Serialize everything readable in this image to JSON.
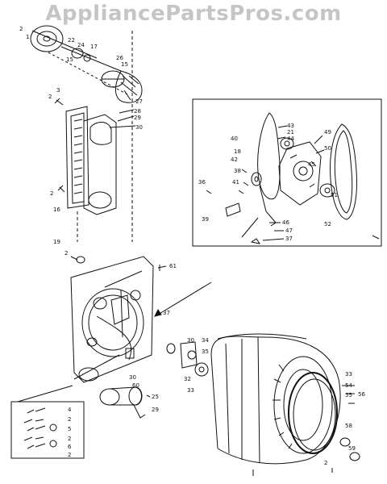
{
  "watermark": "AppliancePartsPros.com",
  "callouts": {
    "c2a": "2",
    "c1a": "1",
    "c22a": "22",
    "c24": "24",
    "c17": "17",
    "c15a": "15",
    "c26": "26",
    "c15b": "15",
    "c27": "27",
    "c2b": "2",
    "c3": "3",
    "c28": "28",
    "c29": "29",
    "c30a": "30",
    "c2c": "2",
    "c16": "16",
    "c43": "43",
    "c21": "21",
    "c44": "44",
    "c49": "49",
    "c40": "40",
    "c18": "18",
    "c50": "50",
    "c42": "42",
    "c38": "38",
    "c41": "41",
    "c45": "45",
    "c51": "51",
    "c36": "36",
    "c39": "39",
    "c46": "46",
    "c52": "52",
    "c47": "47",
    "c37a": "37",
    "c19": "19",
    "c2d": "2",
    "c61": "61",
    "c37b": "37",
    "c30b": "30",
    "c34": "34",
    "c35": "35",
    "c30c": "30",
    "c32": "32",
    "c33a": "33",
    "c33b": "33",
    "c54": "54",
    "c55": "55",
    "c56": "56",
    "c60": "60",
    "c25": "25",
    "c29b": "29",
    "c58": "58",
    "c59": "59",
    "c2e": "2",
    "k4": "4",
    "k2a": "2",
    "k5": "5",
    "k2b": "2",
    "k6": "6",
    "k2c": "2"
  }
}
